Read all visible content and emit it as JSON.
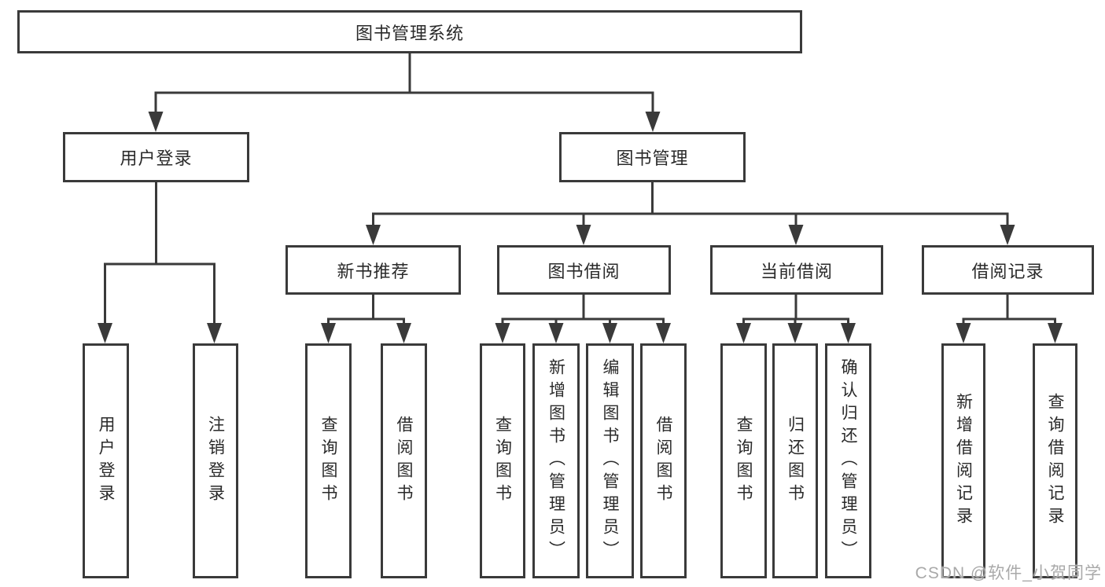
{
  "diagram_title": "图书管理系统",
  "nodes": {
    "root": "图书管理系统",
    "user_login": "用户登录",
    "book_mgmt": "图书管理",
    "new_book_rec": "新书推荐",
    "book_borrow": "图书借阅",
    "current_borrow": "当前借阅",
    "borrow_records": "借阅记录",
    "leaf_user_login": "用户登录",
    "leaf_logout": "注销登录",
    "leaf_query_book_rec": "查询图书",
    "leaf_borrow_book_rec": "借阅图书",
    "leaf_query_book_borrow": "查询图书",
    "leaf_add_book": "新增图书（管理员）",
    "leaf_edit_book": "编辑图书（管理员）",
    "leaf_borrow_book_borrow": "借阅图书",
    "leaf_query_book_current": "查询图书",
    "leaf_return_book": "归还图书",
    "leaf_confirm_return": "确认归还（管理员）",
    "leaf_add_record": "新增借阅记录",
    "leaf_query_record": "查询借阅记录"
  },
  "tree": {
    "图书管理系统": {
      "用户登录": [
        "用户登录",
        "注销登录"
      ],
      "图书管理": {
        "新书推荐": [
          "查询图书",
          "借阅图书"
        ],
        "图书借阅": [
          "查询图书",
          "新增图书（管理员）",
          "编辑图书（管理员）",
          "借阅图书"
        ],
        "当前借阅": [
          "查询图书",
          "归还图书",
          "确认归还（管理员）"
        ],
        "借阅记录": [
          "新增借阅记录",
          "查询借阅记录"
        ]
      }
    }
  },
  "colors": {
    "line": "#3a3a3a",
    "text": "#2a2a2a",
    "background": "#ffffff",
    "watermark": "#a9a9a9"
  },
  "watermark": "CSDN @软件_小贺同学"
}
